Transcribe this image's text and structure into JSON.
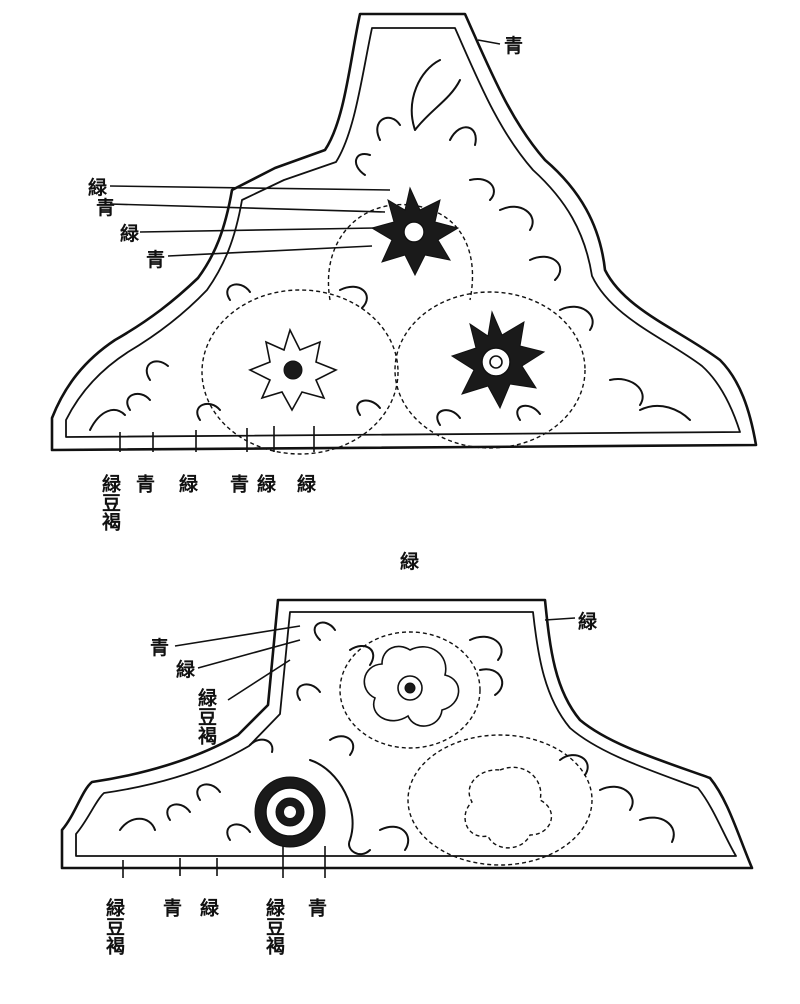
{
  "caption": "緑",
  "upper_panel": {
    "right_label": "青",
    "left_labels": [
      "緑",
      "青",
      "緑",
      "青"
    ],
    "bottom_labels": [
      "緑豆褐",
      "青",
      "緑",
      "青",
      "緑",
      "緑"
    ]
  },
  "lower_panel": {
    "right_label": "緑",
    "left_labels": [
      "青",
      "緑",
      "緑豆褐"
    ],
    "bottom_labels": [
      "緑豆褐",
      "青",
      "緑",
      "緑豆褐",
      "青"
    ]
  },
  "colors": {
    "ink": "#111111",
    "paper": "#ffffff"
  }
}
